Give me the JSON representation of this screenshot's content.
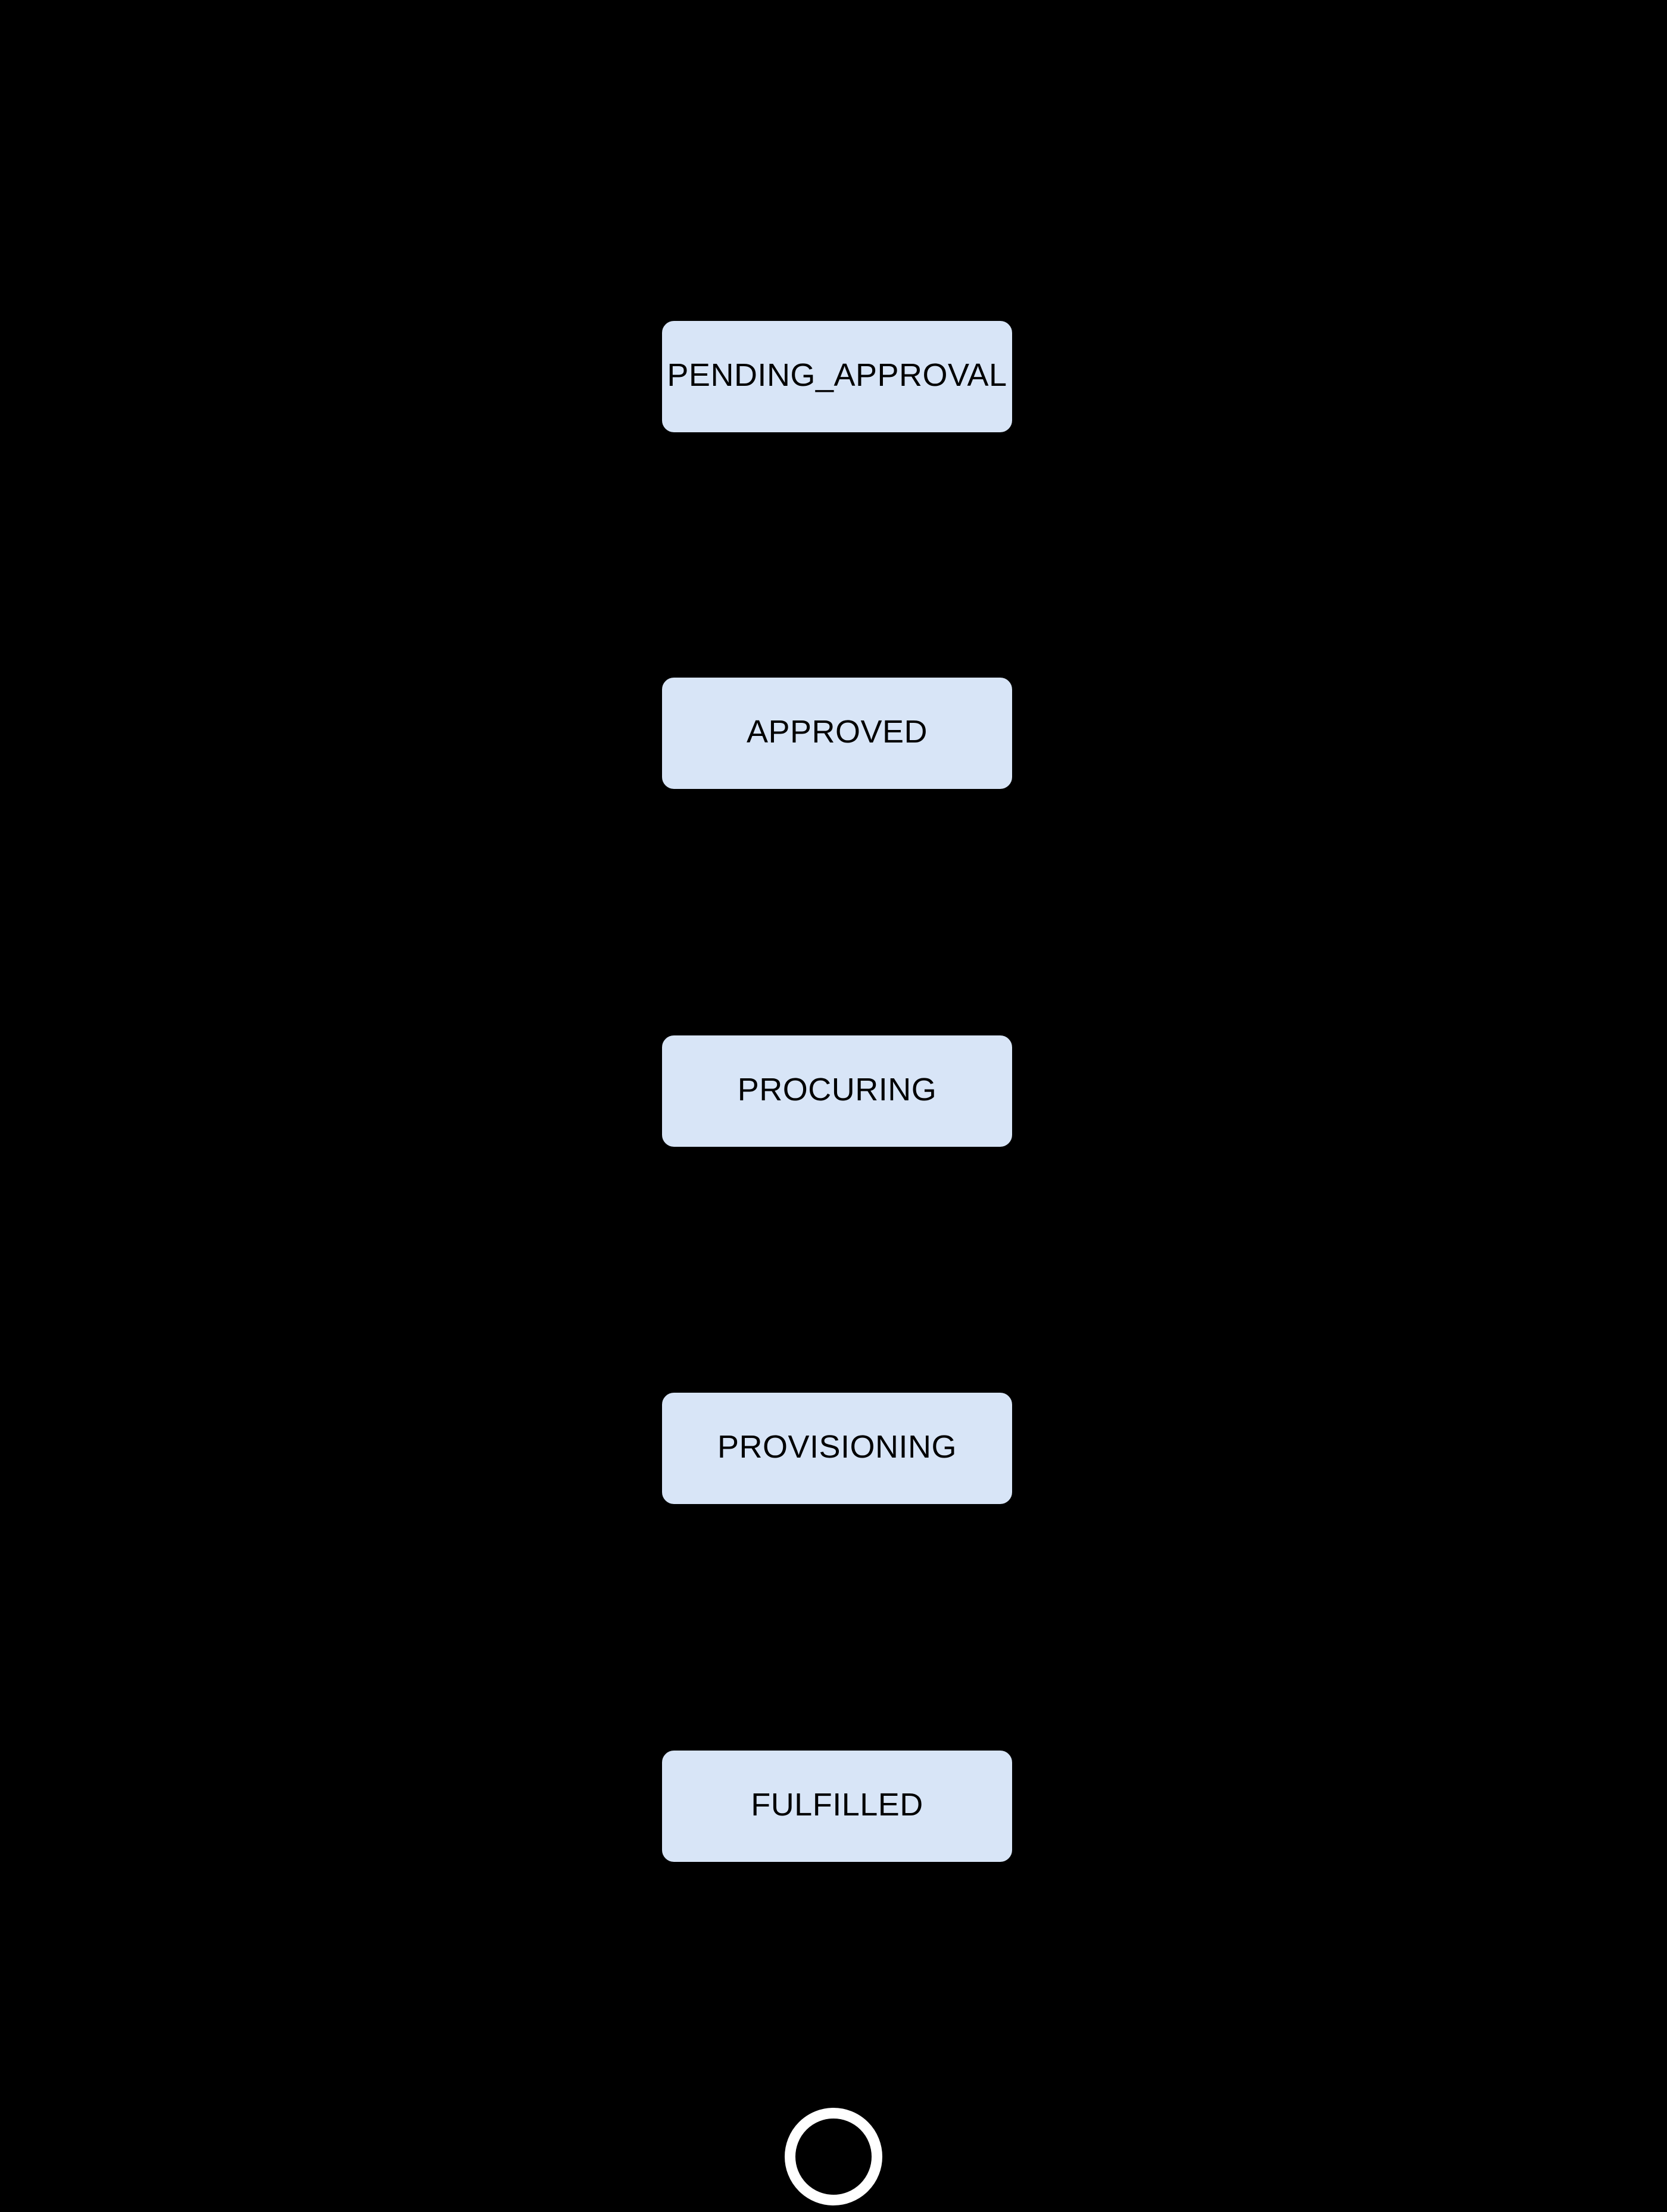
{
  "diagram": {
    "states": [
      {
        "label": "PENDING_APPROVAL"
      },
      {
        "label": "APPROVED"
      },
      {
        "label": "PROCURING"
      },
      {
        "label": "PROVISIONING"
      },
      {
        "label": "FULFILLED"
      }
    ],
    "terminal": {
      "icon": "final-state-ring"
    },
    "colors": {
      "canvas-bg": "#000000",
      "node-fill": "#d8e5f7",
      "node-stroke": "#000000",
      "node-text": "#000000",
      "final-ring": "#ffffff"
    }
  }
}
